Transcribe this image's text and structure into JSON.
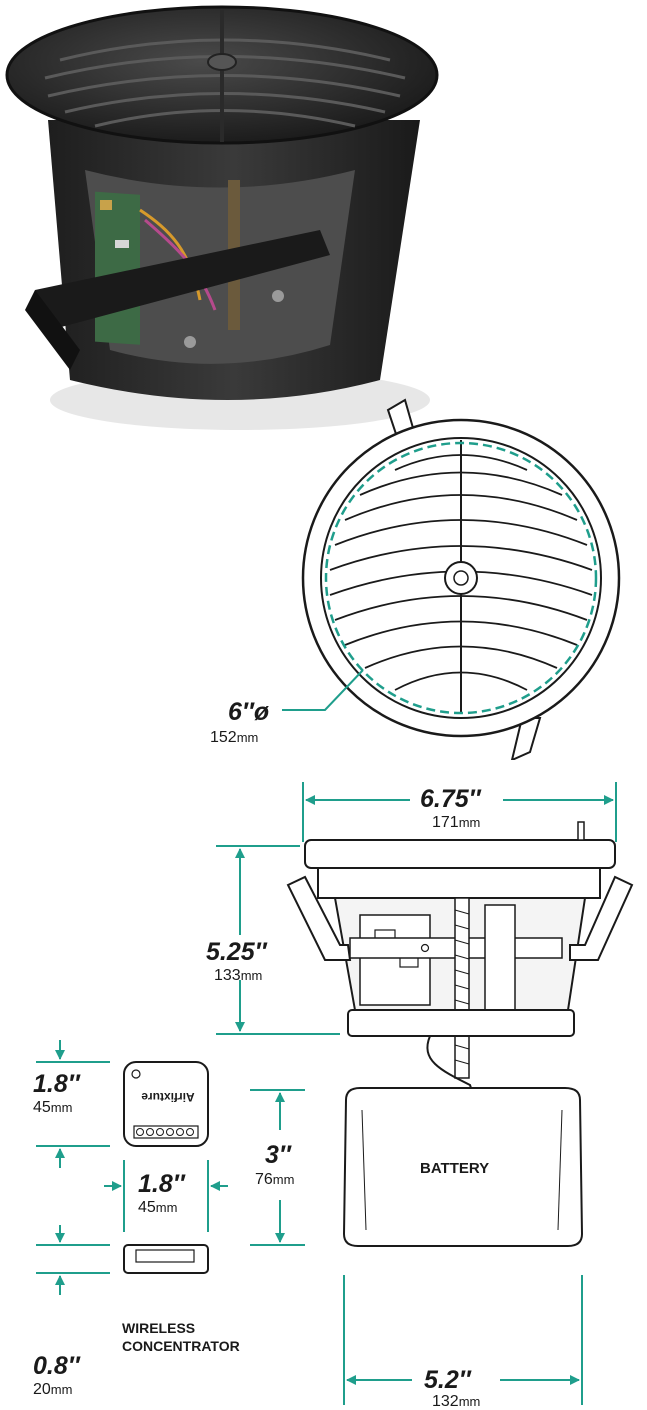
{
  "dimensions": {
    "grille_diameter": {
      "value": "6″ø",
      "metric": "152",
      "unit": "mm"
    },
    "flange_width": {
      "value": "6.75″",
      "metric": "171",
      "unit": "mm"
    },
    "height": {
      "value": "5.25″",
      "metric": "133",
      "unit": "mm"
    },
    "concentrator_height": {
      "value": "1.8″",
      "metric": "45",
      "unit": "mm"
    },
    "concentrator_width": {
      "value": "1.8″",
      "metric": "45",
      "unit": "mm"
    },
    "concentrator_depth": {
      "value": "0.8″",
      "metric": "20",
      "unit": "mm"
    },
    "battery_height": {
      "value": "3″",
      "metric": "76",
      "unit": "mm"
    },
    "battery_width": {
      "value": "5.2″",
      "metric": "132",
      "unit": "mm"
    }
  },
  "labels": {
    "battery": "BATTERY",
    "concentrator_line1": "WIRELESS",
    "concentrator_line2": "CONCENTRATOR",
    "device_brand": "Airfixture"
  },
  "colors": {
    "dimension_line": "#1f9e8c",
    "product_dark": "#2b2b2b",
    "outline": "#1a1a1a"
  }
}
